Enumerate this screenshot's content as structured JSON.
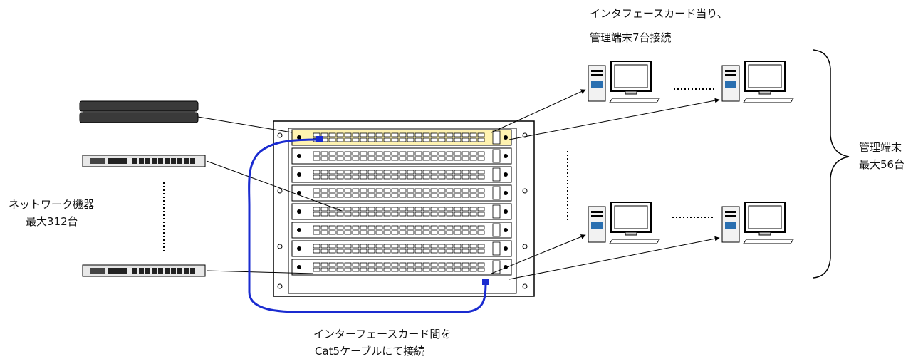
{
  "labels": {
    "interface_per_card_line1": "インタフェースカード当り、",
    "interface_per_card_line2": "管理端末7台接続",
    "mgmt_terminals_line1": "管理端末",
    "mgmt_terminals_line2": "最大56台",
    "network_devices_line1": "ネットワーク機器",
    "network_devices_line2": "最大312台",
    "cable_note_line1": "インターフェースカード間を",
    "cable_note_line2": "Cat5ケーブルにて接続"
  },
  "colors": {
    "line": "#000000",
    "cable": "#1a2bd0",
    "device_dark": "#3a3a3a",
    "highlight_card": "#fff3b0"
  },
  "icons": {
    "rack": "rack-chassis-icon",
    "pc": "desktop-computer-icon",
    "network_device": "network-device-icon"
  }
}
